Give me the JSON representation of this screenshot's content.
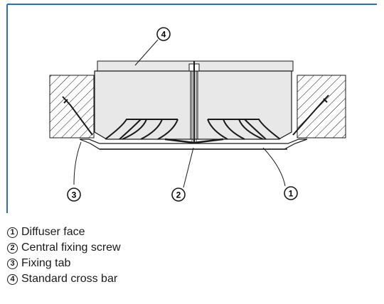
{
  "callouts": {
    "diffuser_face": "1",
    "central_fixing_screw": "2",
    "fixing_tab": "3",
    "standard_cross_bar": "4"
  },
  "legend": [
    {
      "number": "1",
      "label": "Diffuser face"
    },
    {
      "number": "2",
      "label": "Central fixing screw"
    },
    {
      "number": "3",
      "label": "Fixing tab"
    },
    {
      "number": "4",
      "label": "Standard cross bar"
    }
  ],
  "colors": {
    "frame_blue": "#2a6ec1",
    "body_fill": "#e8e8e8",
    "line": "#1a1a1a"
  }
}
